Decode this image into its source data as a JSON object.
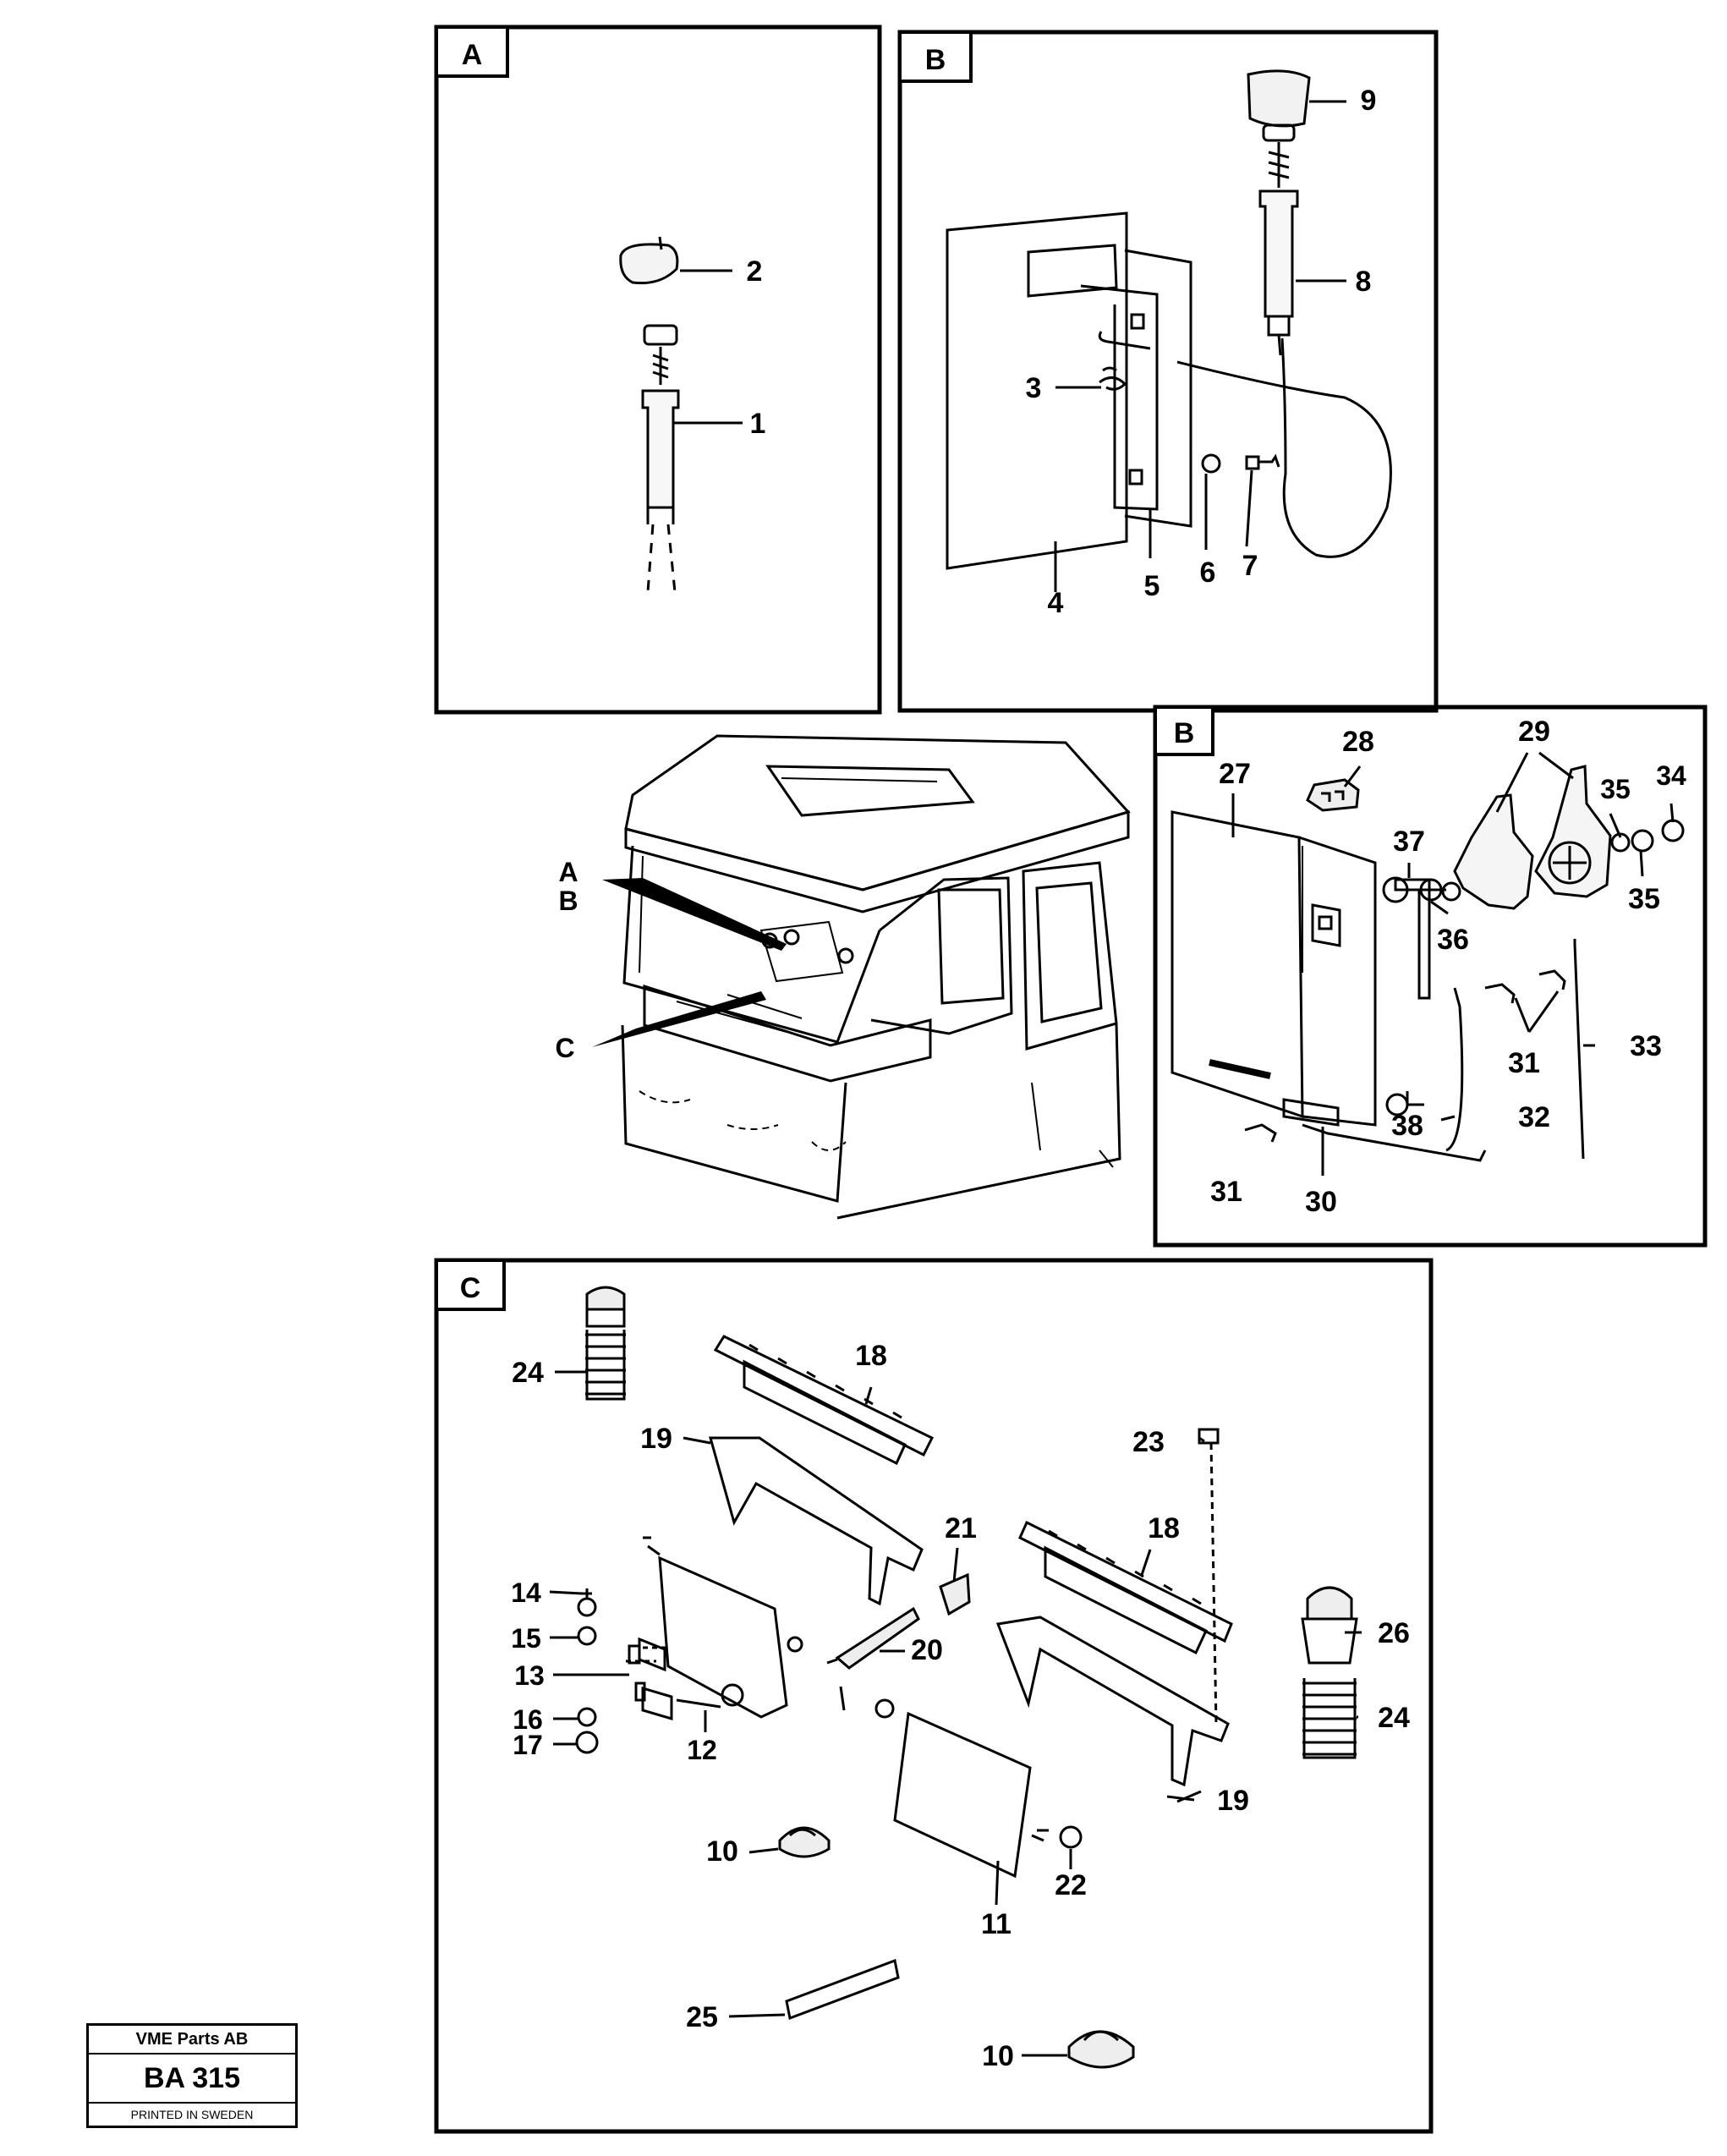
{
  "panels": {
    "a": {
      "letter": "A",
      "callouts": [
        "1",
        "2"
      ]
    },
    "b_top": {
      "letter": "B",
      "callouts": [
        "3",
        "4",
        "5",
        "6",
        "7",
        "8",
        "9"
      ]
    },
    "b_bottom": {
      "letter": "B",
      "callouts": [
        "27",
        "28",
        "29",
        "30",
        "31",
        "31",
        "32",
        "33",
        "34",
        "35",
        "35",
        "36",
        "37",
        "38"
      ]
    },
    "c": {
      "letter": "C",
      "callouts": [
        "10",
        "10",
        "11",
        "12",
        "13",
        "14",
        "15",
        "16",
        "17",
        "18",
        "18",
        "19",
        "19",
        "20",
        "21",
        "22",
        "23",
        "24",
        "24",
        "25",
        "26"
      ]
    }
  },
  "overview": {
    "pointer_labels": [
      "A",
      "B",
      "C"
    ]
  },
  "stamp": {
    "company": "VME Parts AB",
    "code": "BA 315",
    "printed": "PRINTED IN SWEDEN"
  }
}
